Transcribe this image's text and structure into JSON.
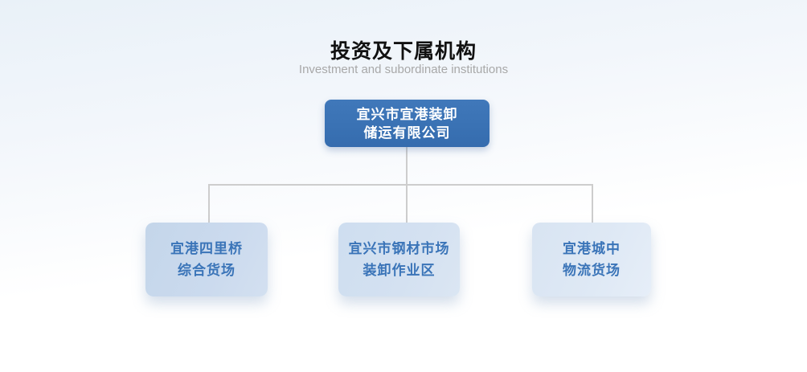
{
  "header": {
    "title": "投资及下属机构",
    "subtitle": "Investment and subordinate institutions"
  },
  "chart": {
    "type": "org-chart",
    "root": {
      "line1": "宜兴市宜港装卸",
      "line2": "储运有限公司"
    },
    "children": [
      {
        "line1": "宜港四里桥",
        "line2": "综合货场"
      },
      {
        "line1": "宜兴市钢材市场",
        "line2": "装卸作业区"
      },
      {
        "line1": "宜港城中",
        "line2": "物流货场"
      }
    ]
  },
  "colors": {
    "root_box_bg": "#3a72b4",
    "root_box_text": "#ffffff",
    "child_box_bg_left": "#c7d8ec",
    "child_box_bg_middle": "#d2e0f0",
    "child_box_bg_right": "#dde8f4",
    "child_box_text": "#3a74b8",
    "connector_line": "#cdcdcd",
    "title_text": "#111111",
    "subtitle_text": "#a8a8a8",
    "background_top": "#e9f1f8",
    "background_bottom": "#ffffff"
  }
}
